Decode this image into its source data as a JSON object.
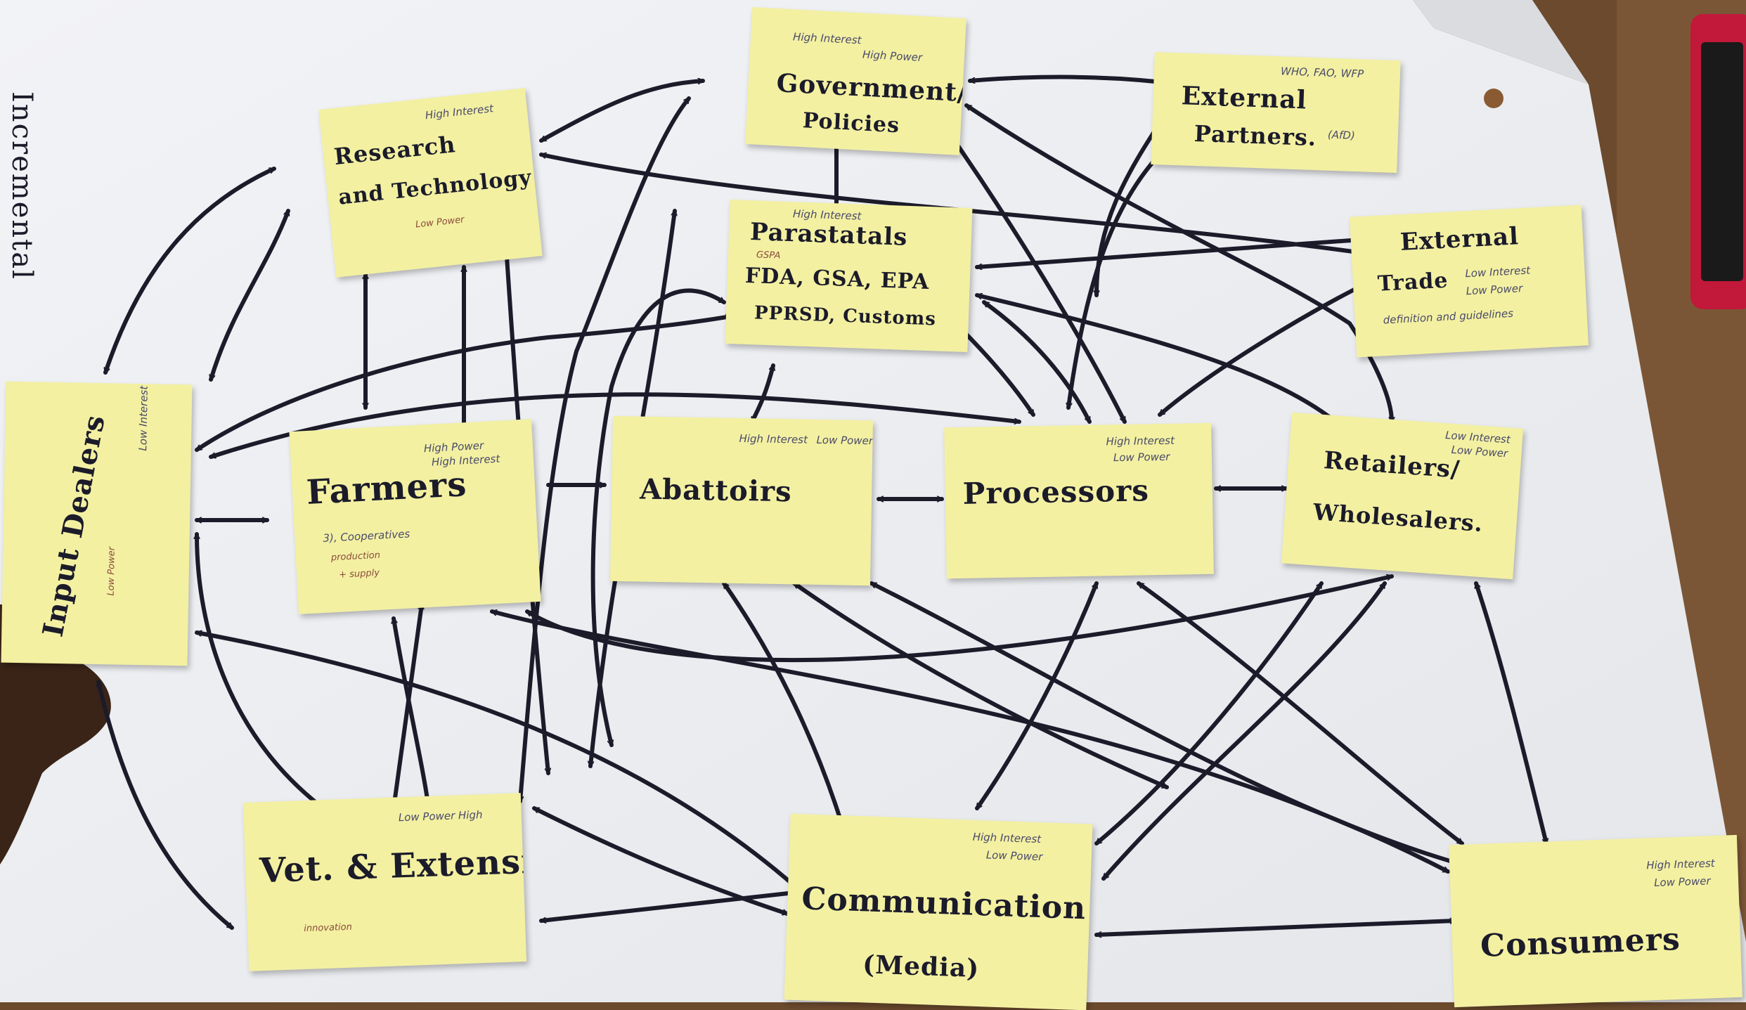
{
  "side_label": "Incremental",
  "notes": {
    "government": {
      "title_line1": "Government/",
      "title_line2": "Policies",
      "small1": "High Interest",
      "small2": "High Power"
    },
    "external_partners": {
      "title_line1": "External",
      "title_line2": "Partners.",
      "small1": "WHO, FAO, WFP",
      "small2": "(AfD)"
    },
    "research": {
      "title_line1": "Research",
      "title_line2": "and Technology",
      "small1": "High Interest",
      "small2": "Low Power"
    },
    "parastatals": {
      "title_line1": "Parastatals",
      "title_line2": "FDA, GSA, EPA",
      "title_line3": "PPRSD, Customs",
      "small1": "High Interest",
      "small2": "GSPA"
    },
    "external_trade": {
      "title_line1": "External",
      "title_line2": "Trade",
      "small1": "Low Interest",
      "small2": "Low Power",
      "small3": "definition and guidelines"
    },
    "input_dealers": {
      "title": "Input Dealers",
      "small1": "Low Interest",
      "small2": "Low Power"
    },
    "farmers": {
      "title": "Farmers",
      "small1": "High Power",
      "small2": "High Interest",
      "small3": "3), Cooperatives",
      "small4": "production",
      "small5": "+ supply"
    },
    "abattoirs": {
      "title": "Abattoirs",
      "small1": "High Interest",
      "small2": "Low Power"
    },
    "processors": {
      "title": "Processors",
      "small1": "High Interest",
      "small2": "Low Power"
    },
    "retailers": {
      "title_line1": "Retailers/",
      "title_line2": "Wholesalers.",
      "small1": "Low Interest",
      "small2": "Low Power"
    },
    "vet_extension": {
      "title": "Vet. & Extension",
      "small1": "Low Power High",
      "small2": "innovation"
    },
    "communication": {
      "title_line1": "Communication",
      "title_line2": "(Media)",
      "small1": "High Interest",
      "small2": "Low Power"
    },
    "consumers": {
      "title": "Consumers",
      "small1": "High Interest",
      "small2": "Low Power"
    }
  },
  "colors": {
    "note": "#f3f0a2",
    "ink": "#1b1b2a",
    "paper": "#eef0f3",
    "wood": "#6b4a2e"
  }
}
